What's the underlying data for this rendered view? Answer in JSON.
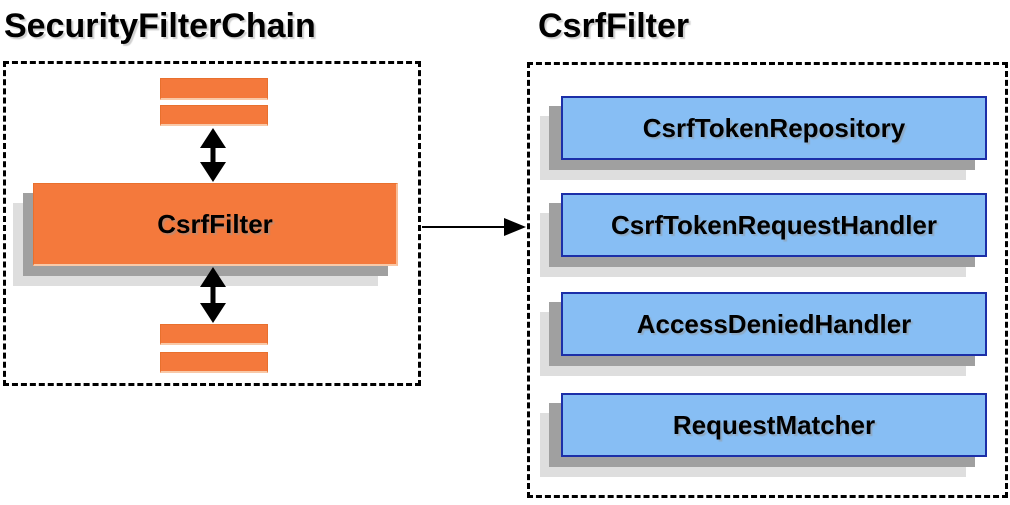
{
  "left_panel": {
    "title": "SecurityFilterChain",
    "filter_label": "CsrfFilter",
    "other_filter_bars_count": 4
  },
  "right_panel": {
    "title": "CsrfFilter",
    "components": [
      "CsrfTokenRepository",
      "CsrfTokenRequestHandler",
      "AccessDeniedHandler",
      "RequestMatcher"
    ]
  },
  "connections": {
    "horizontal_arrow": "CsrfFilter box to CsrfFilter detail boundary",
    "vertical_arrows": "bidirectional between CsrfFilter and adjacent filters"
  },
  "colors": {
    "orange_fill": "#F4793C",
    "orange_border": "#E8702E",
    "blue_fill": "#87BEF4",
    "blue_border": "#1C2FA8",
    "shadow_dark": "#A0A0A0",
    "shadow_light": "#DEDEDE",
    "arrow": "#000000",
    "text": "#000000",
    "background": "#FFFFFF"
  }
}
